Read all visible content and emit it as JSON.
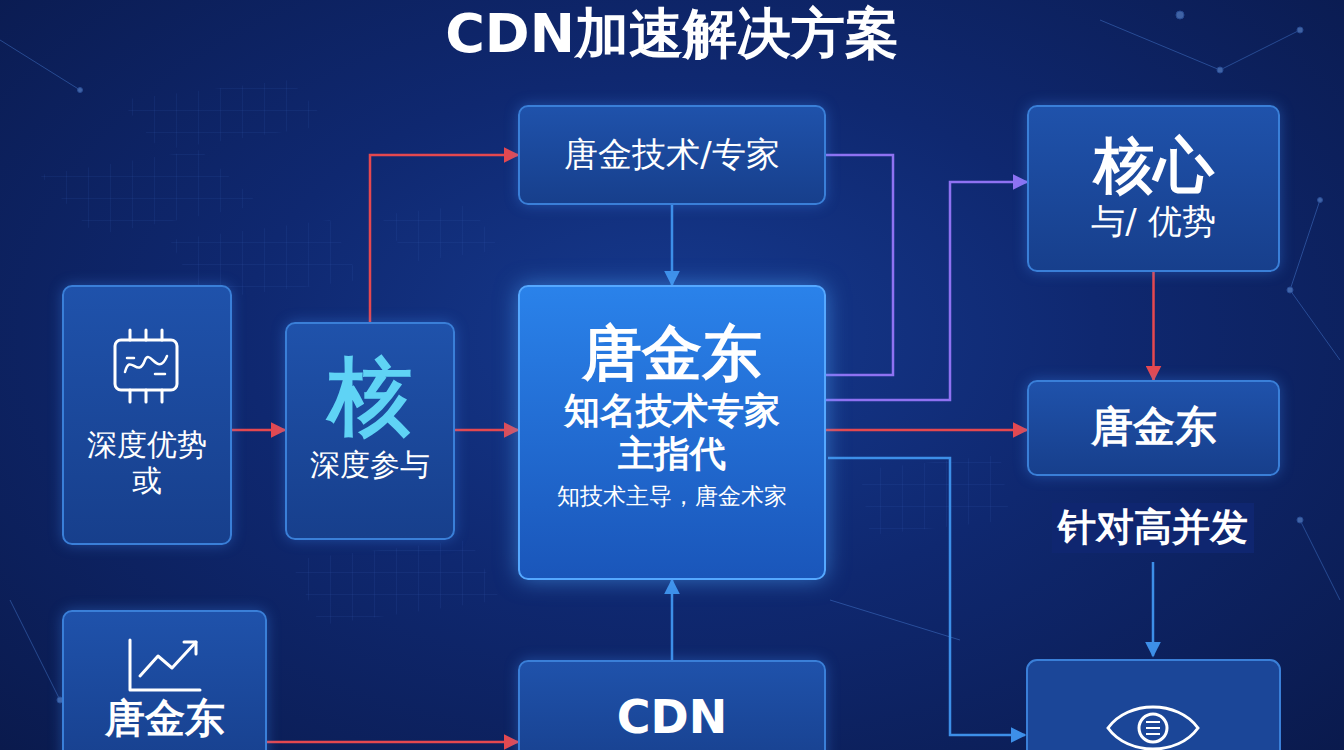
{
  "diagram": {
    "title": "CDN加速解决方案",
    "nodes": [
      {
        "text": [
          "深度优势 或"
        ]
      },
      {
        "text": [
          "核",
          "深度参与"
        ]
      },
      {
        "text": [
          "唐金技术/专家"
        ]
      },
      {
        "text": [
          "唐金东",
          "知名技术专家 主指代",
          "知技术主导，唐金术家"
        ]
      },
      {
        "text": [
          "核心",
          "与/ 优势"
        ]
      },
      {
        "text": [
          "唐金东"
        ]
      },
      {
        "text": [
          "唐金东"
        ]
      },
      {
        "text": [
          "CDN"
        ]
      }
    ],
    "edges": [
      {
        "from": 0,
        "to": 1,
        "arrow": "to"
      },
      {
        "from": 1,
        "to": 2,
        "arrow": "to"
      },
      {
        "from": 1,
        "to": 3,
        "arrow": "to"
      },
      {
        "from": 2,
        "to": 3,
        "arrow": "to"
      },
      {
        "from": 7,
        "to": 3,
        "arrow": "to"
      },
      {
        "from": 3,
        "to": 4,
        "arrow": "to"
      },
      {
        "from": 2,
        "to": 3,
        "arrow": "none"
      },
      {
        "from": 3,
        "to": 5,
        "arrow": "to"
      },
      {
        "from": 4,
        "to": 5,
        "arrow": "to"
      },
      {
        "from": 6,
        "to": 7,
        "arrow": "to"
      }
    ],
    "labels": [
      "针对高并发"
    ]
  }
}
